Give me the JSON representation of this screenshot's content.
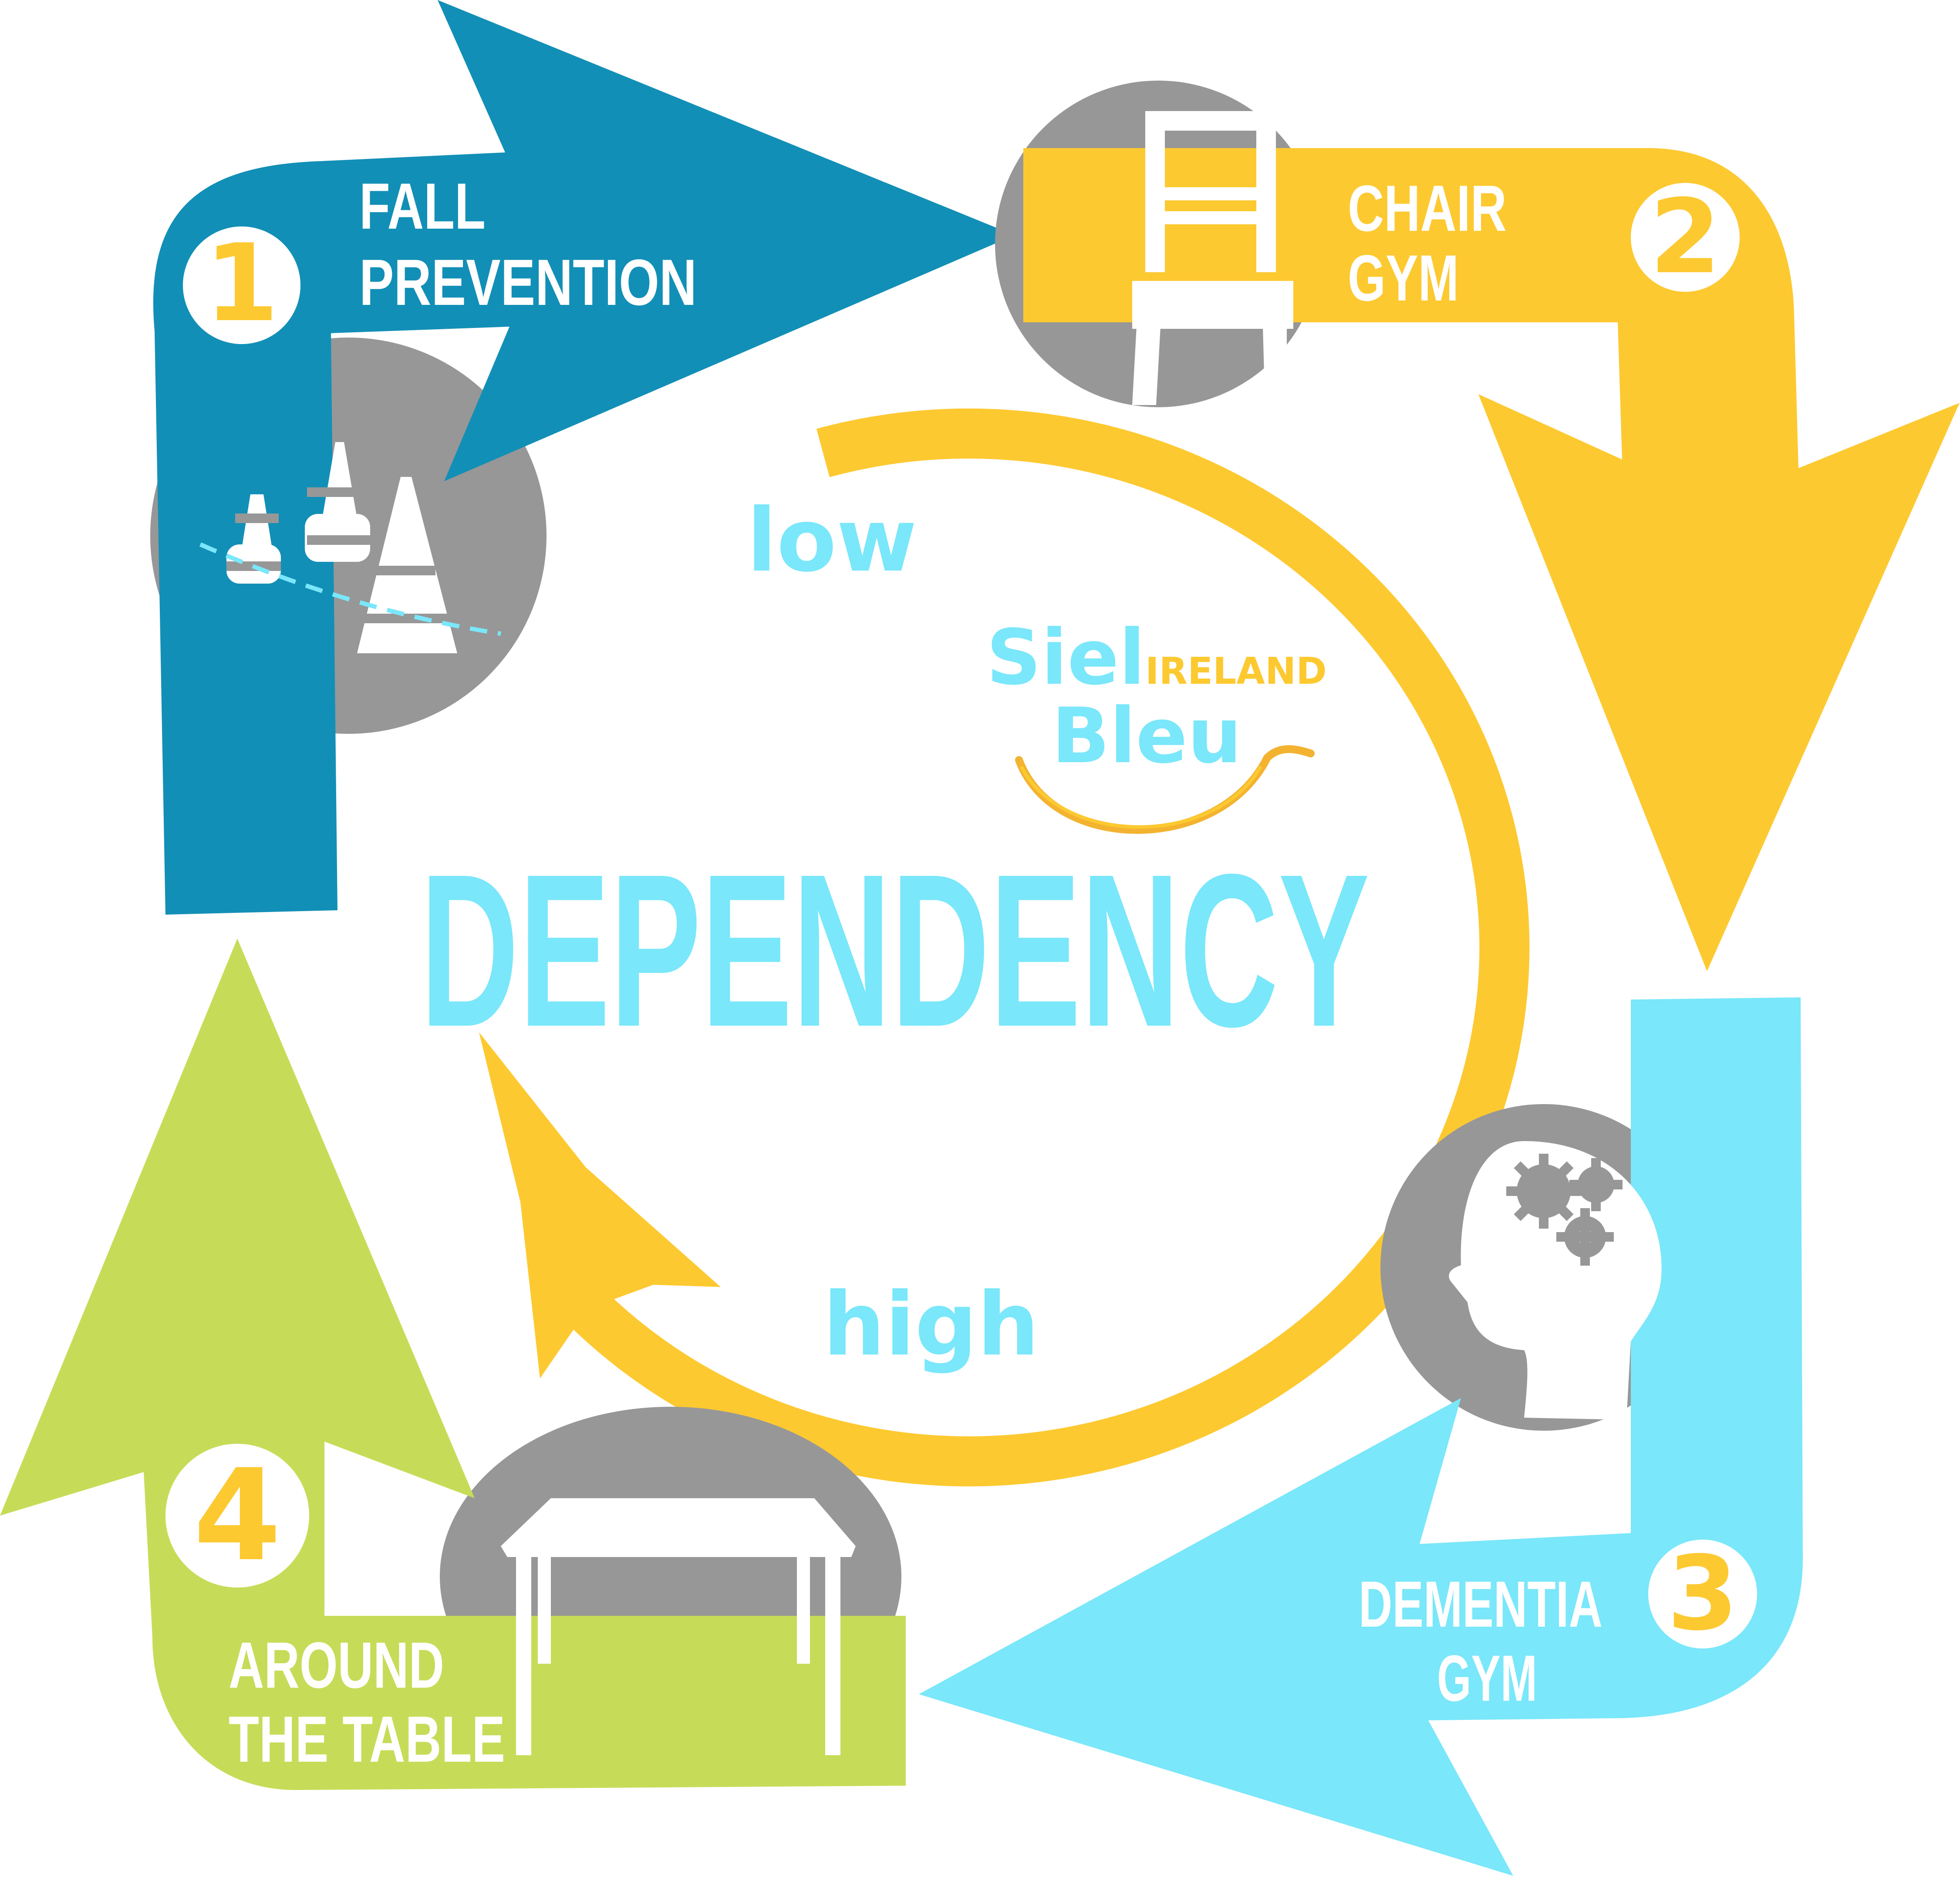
{
  "colors": {
    "blue": "#128FB6",
    "yellow": "#FDC931",
    "light_blue": "#7AE7FA",
    "green": "#C6DC58",
    "gray": "#979797",
    "white": "#FFFFFF"
  },
  "steps": [
    {
      "number": "1",
      "line1": "FALL",
      "line2": "PREVENTION",
      "icon": "traffic-cones-icon",
      "color": "#128FB6"
    },
    {
      "number": "2",
      "line1": "CHAIR",
      "line2": "GYM",
      "icon": "chair-icon",
      "color": "#FDC931"
    },
    {
      "number": "3",
      "line1": "DEMENTIA",
      "line2": "GYM",
      "icon": "head-gears-icon",
      "color": "#7AE7FA"
    },
    {
      "number": "4",
      "line1": "AROUND",
      "line2": "THE TABLE",
      "icon": "table-icon",
      "color": "#C6DC58"
    }
  ],
  "center": {
    "title": "DEPENDENCY",
    "low_label": "low",
    "high_label": "high"
  },
  "logo": {
    "line1": "Siel",
    "line2": "Bleu",
    "country": "IRELAND"
  }
}
